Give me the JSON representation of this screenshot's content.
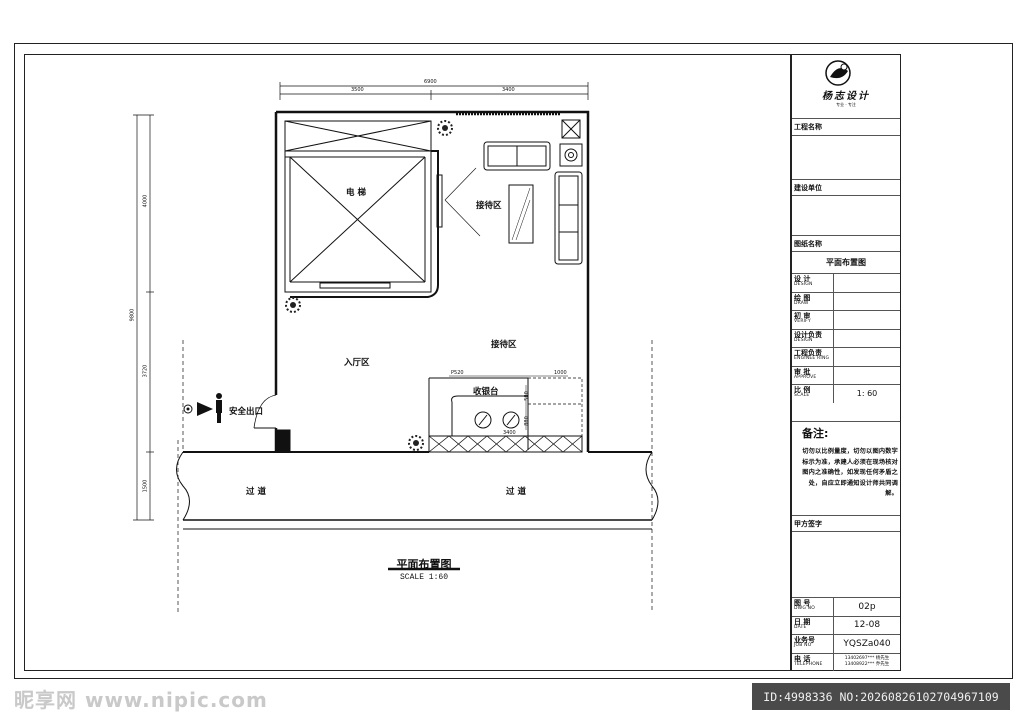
{
  "plan": {
    "title": "平面布置图",
    "scale": "SCALE 1:60",
    "rooms": {
      "elevator": "电 梯",
      "reception_top": "接待区",
      "reception_main": "接待区",
      "entry": "入厅区",
      "cashier": "收银台",
      "safety_exit": "安全出口",
      "corridor_left": "过 道",
      "corridor_right": "过 道"
    },
    "dimensions": {
      "total_width": "6900",
      "width_left": "3500",
      "width_right": "3400",
      "total_height": "9800",
      "height_top": "4000",
      "height_mid": "3720",
      "corridor": "1500",
      "p520": "P520",
      "d1000": "1000",
      "d580": "580",
      "d880": "880",
      "d3400": "3400"
    }
  },
  "title_block": {
    "logo_text": "杨志设计",
    "logo_sub": "专业 · 专注",
    "project_name_label": "工程名称",
    "client_label": "建设单位",
    "drawing_name_label": "图纸名称",
    "drawing_name_value": "平面布置图",
    "rows": [
      {
        "cn": "设 计",
        "en": "DESIGN",
        "value": ""
      },
      {
        "cn": "绘 图",
        "en": "DRAW",
        "value": ""
      },
      {
        "cn": "初 审",
        "en": "VERIFY",
        "value": ""
      },
      {
        "cn": "设计负责",
        "en": "DESIGN",
        "value": ""
      },
      {
        "cn": "工程负责",
        "en": "ENGINEE RING",
        "value": ""
      },
      {
        "cn": "审 批",
        "en": "APPROVE",
        "value": ""
      },
      {
        "cn": "比 例",
        "en": "SCALE",
        "value": "1: 60"
      }
    ],
    "notes_title": "备注:",
    "notes_body": "切勿以比例量度，切勿以图内数字标示为准，承建人必须在现场核对图内之准确性，如发现任何矛盾之处，自应立即通知设计师共同调解。",
    "owner_sign_label": "甲方签字",
    "bottom_rows": [
      {
        "cn": "图 号",
        "en": "DWG NO",
        "value": "02p"
      },
      {
        "cn": "日 期",
        "en": "DATE",
        "value": "12-08"
      },
      {
        "cn": "业务号",
        "en": "JOB NO",
        "value": "YQSZa040"
      },
      {
        "cn": "电 话",
        "en": "TELEPHONE",
        "value": "13402697*** 杨先生\n13408922*** 乔先生"
      }
    ]
  },
  "watermark": {
    "left": "昵享网 www.nipic.com",
    "right": "ID:4998336 NO:20260826102704967109"
  }
}
